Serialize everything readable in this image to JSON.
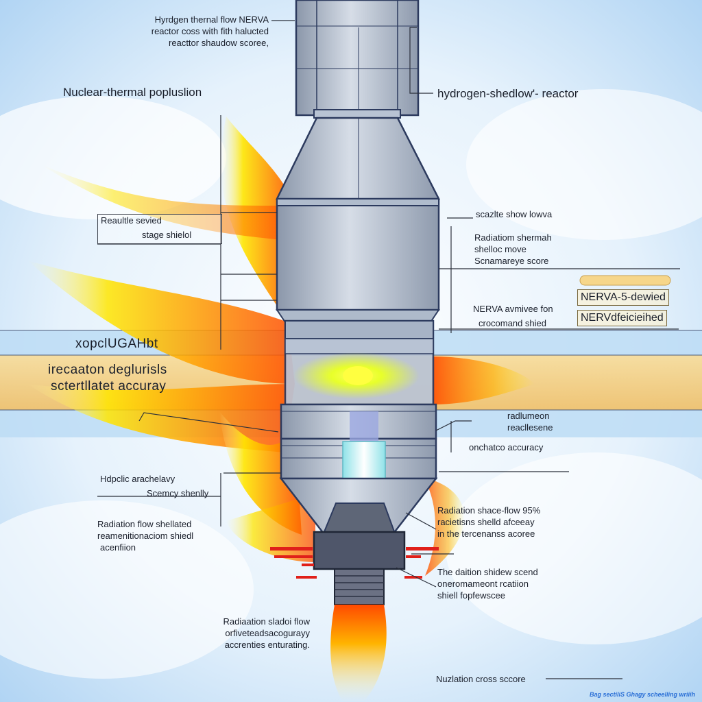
{
  "top_note": [
    "Hyrdgen thernal flow NERVA",
    "reactor coss with fith halucted",
    "reacttor shaudow scoree,"
  ],
  "left_title": "Nuclear-thermal popluslion",
  "right_title": "hydrogen-shedlow'- reactor",
  "left_labels": {
    "stage_box": [
      "Reaultle sevied",
      "stage shielol"
    ],
    "mid_code": "xopclUGAHbt",
    "precision": [
      "irecaaton deglurisls",
      "sctertllatet accuray"
    ],
    "hdp": [
      "Hdpclic arachelavy",
      "Scemcy shenlly"
    ],
    "radiation": [
      "Radiation flow shellated",
      "reamenitionaciom shiedl",
      "acenfiion"
    ]
  },
  "right_labels": {
    "scazlte": "scazlte show lowva",
    "radiatiom": [
      "Radiatiom shermah",
      "shelloc move",
      "Scnamareye score"
    ],
    "nerva_note": [
      "NERVA avmivee fon",
      "crocomand shied"
    ],
    "tag1": "NERVA-5-dewied",
    "tag2": "NERVdfeicieihed",
    "radlumeon": [
      "radlumeon",
      "reacllesene"
    ],
    "onchatco": "onchatco accuracy",
    "shace_flow": [
      "Radiation shace-flow 95%",
      "racietisns shelld afceeay",
      "in the tercenanss acoree"
    ],
    "daition": [
      "The daition shidew scend",
      "oneromameont rcatiion",
      "shiell fopfewscee"
    ]
  },
  "bottom_labels": {
    "sladoor": [
      "Radiaation sladoi flow",
      "orfiveteadsacogurayy",
      "accrenties enturating."
    ],
    "cross": "Nuzlation cross sccore"
  },
  "footer": "Bag sectiliS Ghagy scheelling wriiih",
  "colors": {
    "sky": "#a9d0f2",
    "steel": "#a9b5c6",
    "outline": "#2c3a5e",
    "flame_yellow": "#ffe600",
    "flame_orange": "#ff6a00",
    "band": "#f3c97a",
    "core_glow": "#e8ff2a",
    "bolt_red": "#e0201a"
  }
}
